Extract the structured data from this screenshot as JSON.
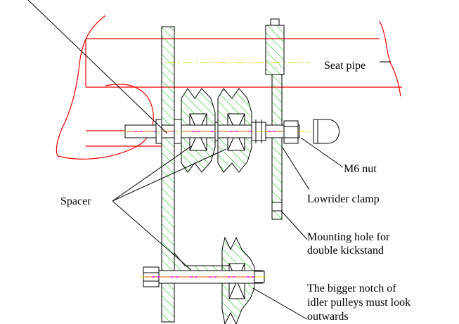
{
  "labels": {
    "seat_pipe": "Seat pipe",
    "m6_nut": "M6 nut",
    "spacer": "Spacer",
    "lowrider_clamp": "Lowrider clamp",
    "mounting_hole_line1": "Mounting hole for",
    "mounting_hole_line2": "double kickstand",
    "notch_line1": "The bigger notch of",
    "notch_line2": "idler pulleys  must look",
    "notch_line3": "outwards"
  },
  "colors": {
    "frame": "#ff0000",
    "hatch": "#00bb00",
    "centerline": "#dddd00",
    "axle": "#ff00ff",
    "line": "#000000"
  }
}
